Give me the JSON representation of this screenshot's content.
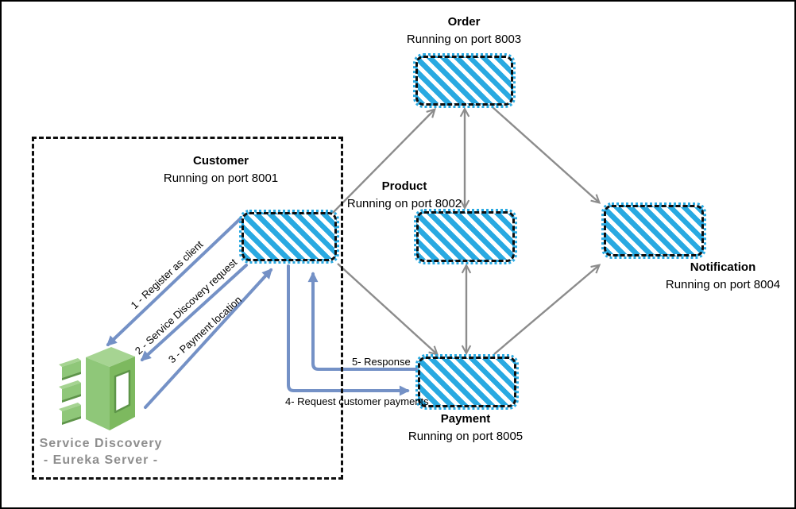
{
  "services": [
    {
      "id": "order",
      "name": "Order",
      "port_label": "Running on port 8003"
    },
    {
      "id": "product",
      "name": "Product",
      "port_label": "Running on port 8002"
    },
    {
      "id": "customer",
      "name": "Customer",
      "port_label": "Running on port 8001"
    },
    {
      "id": "payment",
      "name": "Payment",
      "port_label": "Running on port 8005"
    },
    {
      "id": "notification",
      "name": "Notification",
      "port_label": "Running on port 8004"
    }
  ],
  "eureka": {
    "line1": "Service Discovery",
    "line2": "- Eureka Server -"
  },
  "flow_labels": [
    "1 - Register as client",
    "2 - Service Discovery request",
    "3 - Payment location",
    "4- Request customer payments",
    "5- Response"
  ],
  "colors": {
    "node_hatch_blue": "#29a9e1",
    "node_border": "#0d0d0d",
    "gray_connector": "#8c8c8c",
    "blue_connector": "#7491c6",
    "eureka_green_light": "#a6d492",
    "eureka_green_mid": "#8fc779",
    "eureka_green_front": "#7db95f",
    "eureka_green_dark": "#5e9549",
    "eureka_text_gray": "#8e8e8e"
  }
}
